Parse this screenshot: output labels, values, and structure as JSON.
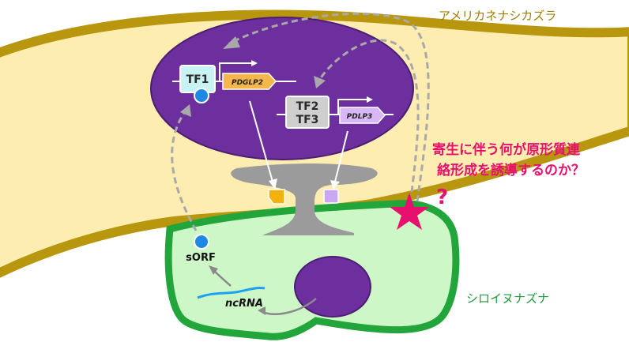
{
  "labels": {
    "host_plant": "アメリカネナシカズラ",
    "parasite_plant": "シロイヌナズナ",
    "question_line1": "寄生に伴う何が原形質連",
    "question_line2": "絡形成を誘導するのか？",
    "question_mark": "?",
    "tf1": "TF1",
    "tf2": "TF2",
    "tf3": "TF3",
    "gene1": "PDGLP2",
    "gene2": "PDLP3",
    "sorf": "sORF",
    "ncrna": "ncRNA"
  },
  "colors": {
    "host_fill": "#fdedb0",
    "host_border": "#b8960e",
    "parasite_fill": "#cdf7c6",
    "parasite_border": "#22a53a",
    "nucleus": "#6d2f9e",
    "star": "#e8106e",
    "arrow_dashed": "#a9a9a9",
    "gene1_fill": "#f7b649",
    "gene2_fill": "#d7b7f5",
    "tf1_fill": "#c9f3f2",
    "tf23_fill": "#cfcfcf",
    "dot_blue": "#1e88e5",
    "marker_yellow": "#f2b20a",
    "marker_purple": "#c9a7f2",
    "rna_line": "#1da1f2"
  }
}
